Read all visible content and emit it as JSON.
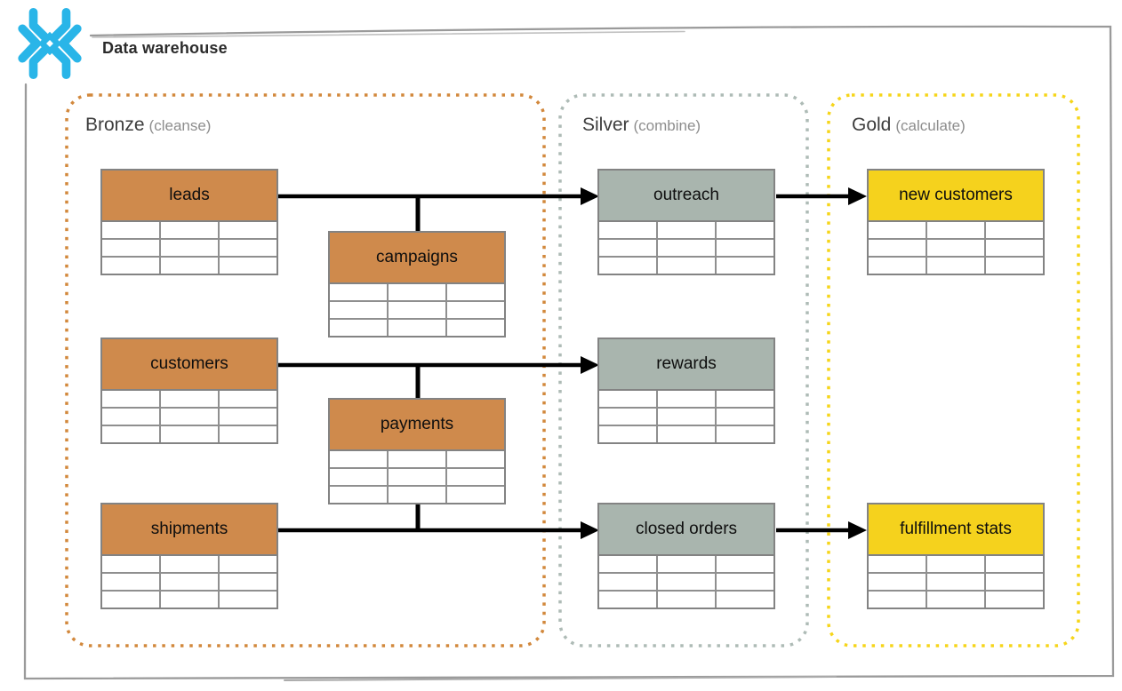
{
  "header": {
    "title": "Data warehouse",
    "logo": "snowflake-logo",
    "brand_color": "#29B5E8"
  },
  "zones": [
    {
      "name": "Bronze",
      "qualifier": "(cleanse)",
      "border_color": "#D2883C",
      "header_color": "#CF8A4C",
      "tables": [
        {
          "label": "leads"
        },
        {
          "label": "campaigns"
        },
        {
          "label": "customers"
        },
        {
          "label": "payments"
        },
        {
          "label": "shipments"
        }
      ]
    },
    {
      "name": "Silver",
      "qualifier": "(combine)",
      "border_color": "#AEBBB6",
      "header_color": "#A9B5AE",
      "tables": [
        {
          "label": "outreach"
        },
        {
          "label": "rewards"
        },
        {
          "label": "closed orders"
        }
      ]
    },
    {
      "name": "Gold",
      "qualifier": "(calculate)",
      "border_color": "#F6D51A",
      "header_color": "#F5D21D",
      "tables": [
        {
          "label": "new customers"
        },
        {
          "label": "fulfillment stats"
        }
      ]
    }
  ],
  "table_grid": {
    "rows": 3,
    "cols": 3
  },
  "connections": [
    {
      "from": "leads",
      "joins": "campaigns",
      "to": "outreach"
    },
    {
      "from": "customers",
      "joins": "payments",
      "to": "rewards"
    },
    {
      "from": "shipments",
      "joins": "payments",
      "to": "closed orders"
    },
    {
      "from": "outreach",
      "to": "new customers"
    },
    {
      "from": "closed orders",
      "to": "fulfillment stats"
    }
  ],
  "connector_color": "#000000",
  "frame_color": "#9A9A9A",
  "cell_border_color": "#8F8F8F"
}
